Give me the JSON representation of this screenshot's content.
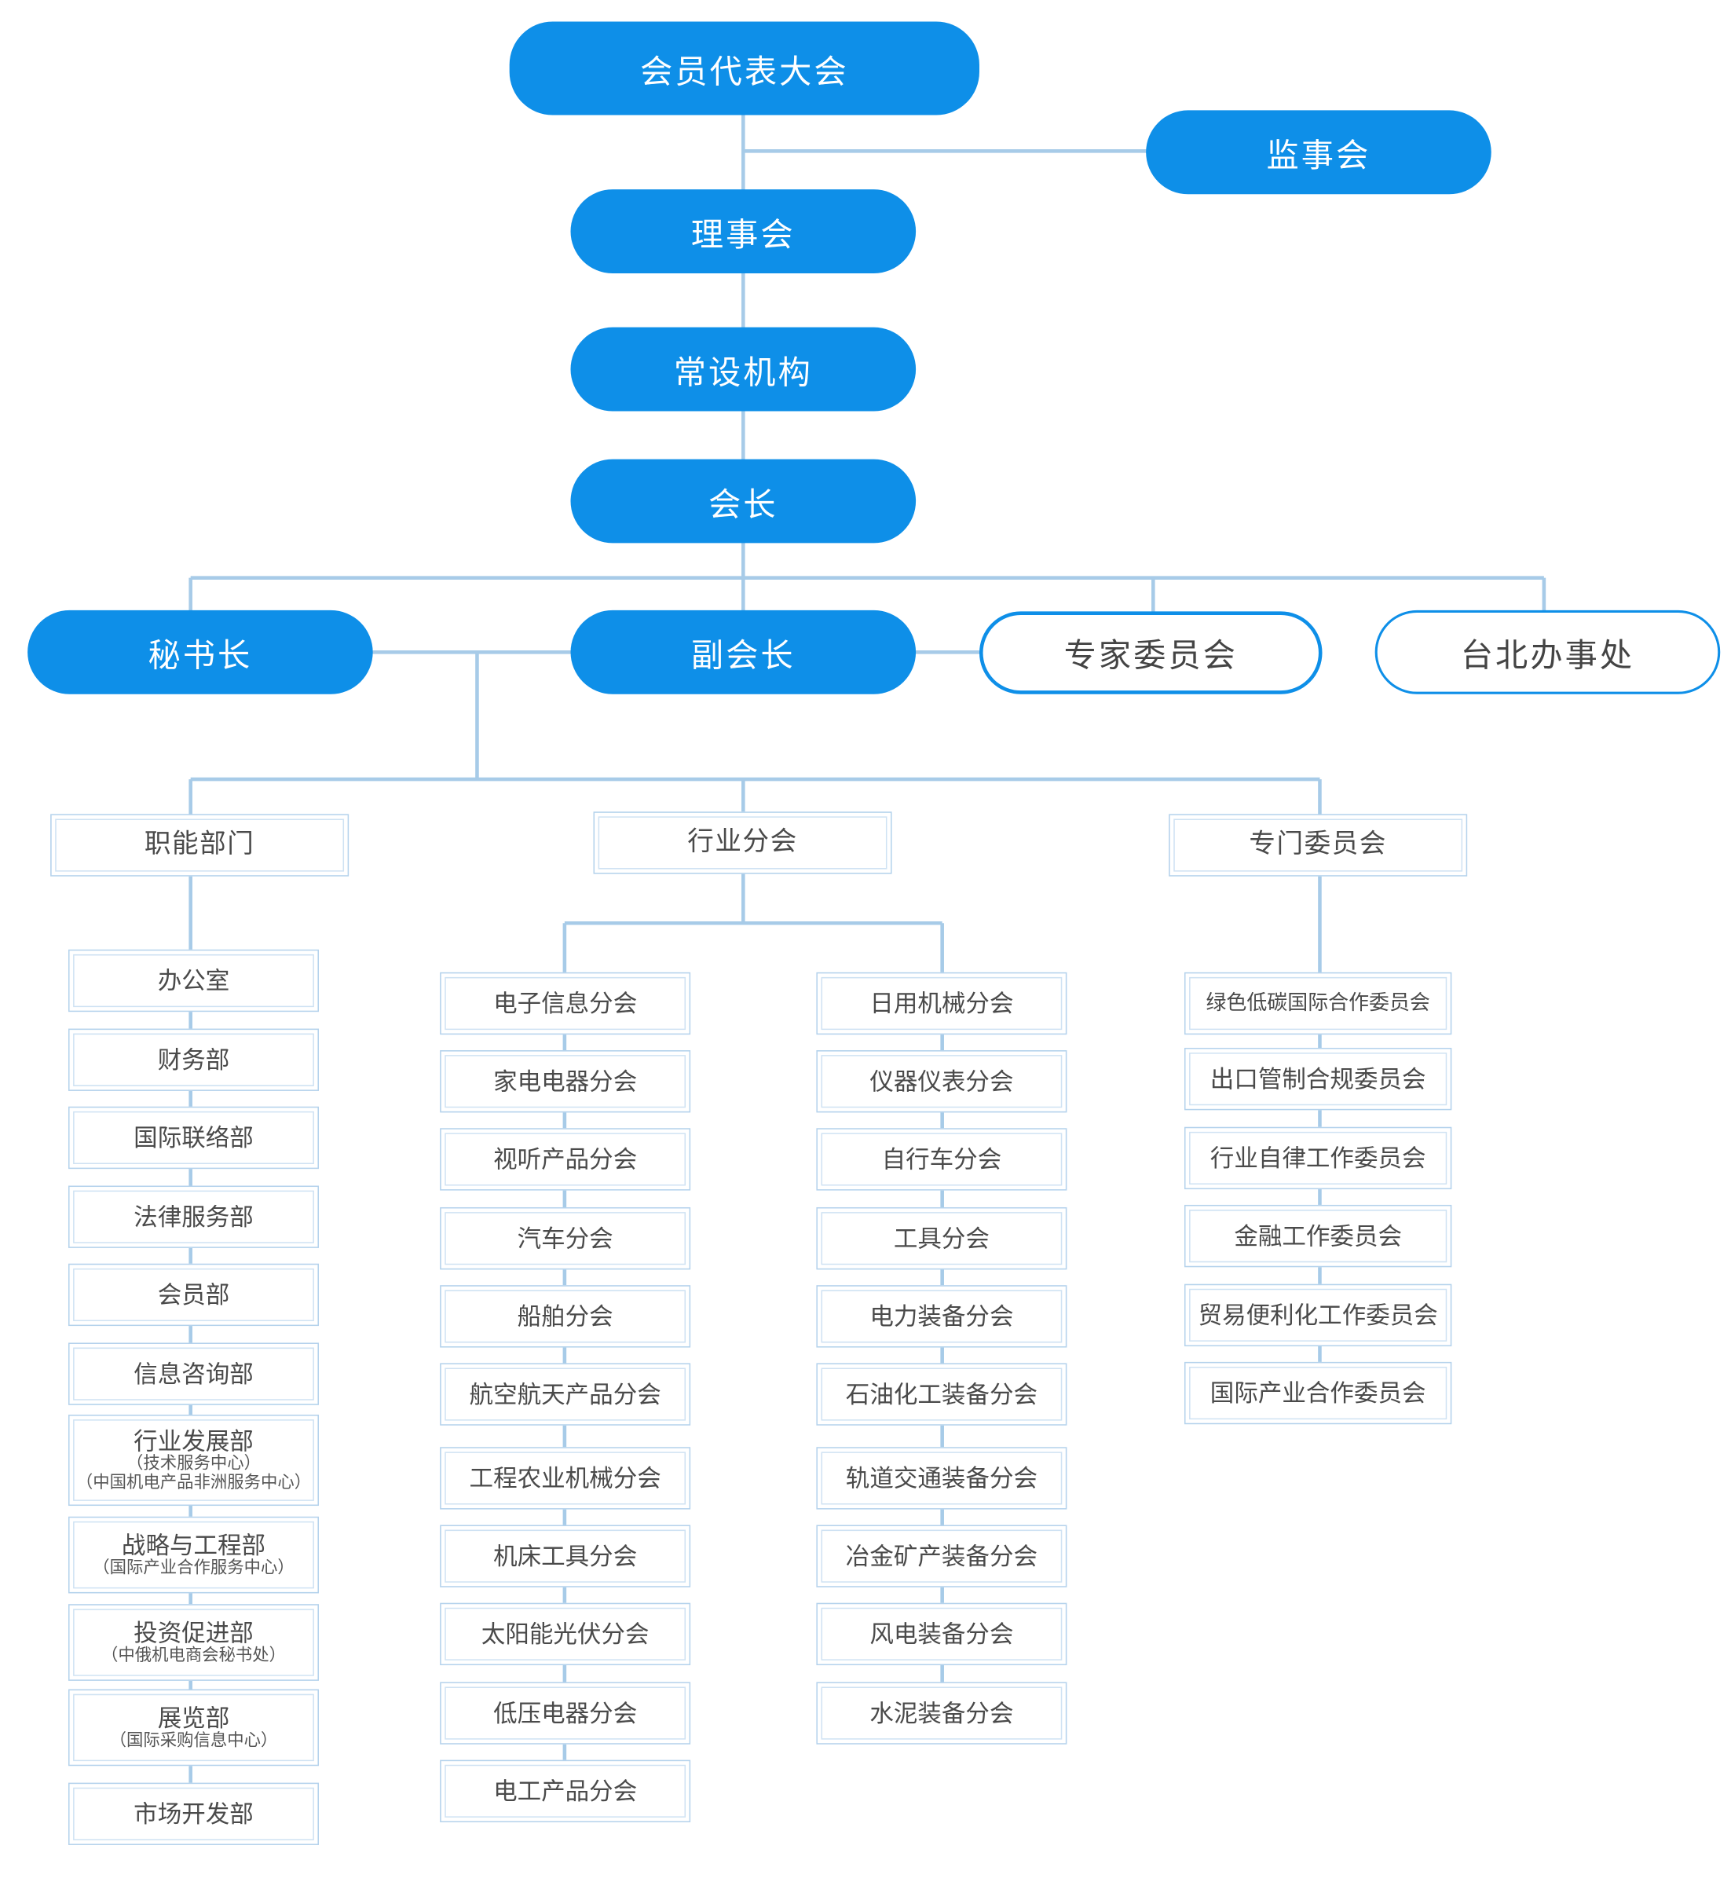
{
  "top": {
    "assembly": "会员代表大会",
    "supervisory": "监事会",
    "council": "理事会",
    "standing": "常设机构",
    "president": "会长",
    "secretary_general": "秘书长",
    "vice_president": "副会长",
    "expert_committee": "专家委员会",
    "taipei_office": "台北办事处"
  },
  "groups": {
    "functional": "职能部门",
    "industry": "行业分会",
    "special": "专门委员会"
  },
  "functional_departments": [
    {
      "name": "办公室"
    },
    {
      "name": "财务部"
    },
    {
      "name": "国际联络部"
    },
    {
      "name": "法律服务部"
    },
    {
      "name": "会员部"
    },
    {
      "name": "信息咨询部"
    },
    {
      "name": "行业发展部",
      "sub1": "（技术服务中心）",
      "sub2": "（中国机电产品非洲服务中心）"
    },
    {
      "name": "战略与工程部",
      "sub1": "（国际产业合作服务中心）"
    },
    {
      "name": "投资促进部",
      "sub1": "（中俄机电商会秘书处）"
    },
    {
      "name": "展览部",
      "sub1": "（国际采购信息中心）"
    },
    {
      "name": "市场开发部"
    }
  ],
  "industry_branches_left": [
    "电子信息分会",
    "家电电器分会",
    "视听产品分会",
    "汽车分会",
    "船舶分会",
    "航空航天产品分会",
    "工程农业机械分会",
    "机床工具分会",
    "太阳能光伏分会",
    "低压电器分会",
    "电工产品分会"
  ],
  "industry_branches_right": [
    "日用机械分会",
    "仪器仪表分会",
    "自行车分会",
    "工具分会",
    "电力装备分会",
    "石油化工装备分会",
    "轨道交通装备分会",
    "冶金矿产装备分会",
    "风电装备分会",
    "水泥装备分会"
  ],
  "special_committees": [
    "绿色低碳国际合作委员会",
    "出口管制合规委员会",
    "行业自律工作委员会",
    "金融工作委员会",
    "贸易便利化工作委员会",
    "国际产业合作委员会"
  ],
  "colors": {
    "pill": "#0e8fe8",
    "connector": "#a7cbe8",
    "box_border": "#b4d2ec",
    "text": "#4a4a4a"
  }
}
